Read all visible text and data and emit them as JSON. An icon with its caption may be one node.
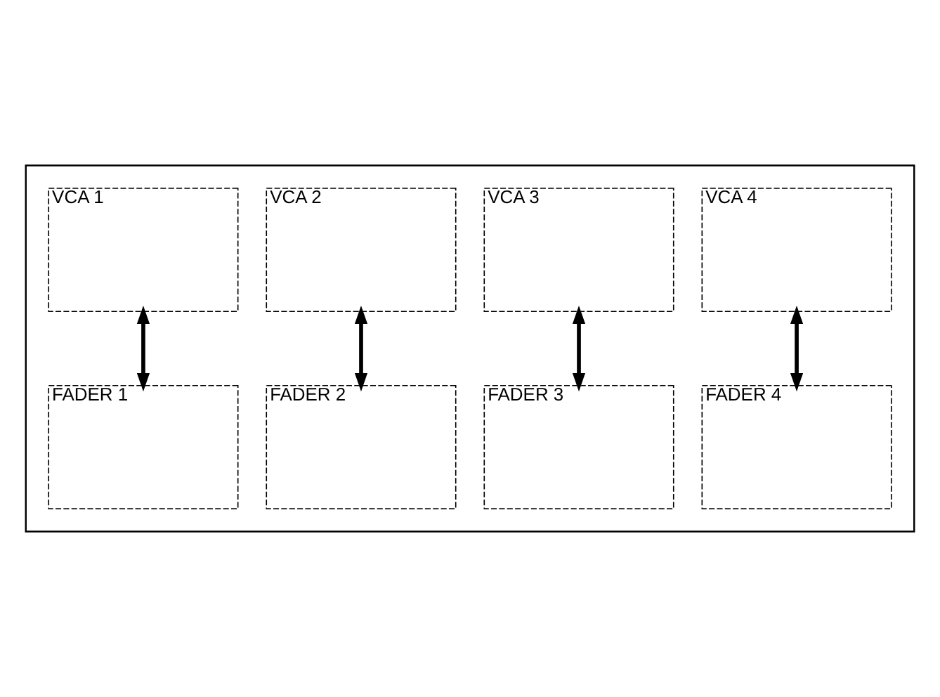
{
  "diagram": {
    "nodes": [
      {
        "text": [],
        "shape": "box"
      },
      {
        "text": [
          "VCA 1"
        ],
        "in": 0
      },
      {
        "text": [
          "VCA 2"
        ],
        "in": 0
      },
      {
        "text": [
          "VCA 3"
        ],
        "in": 0
      },
      {
        "text": [
          "VCA 4"
        ],
        "in": 0
      },
      {
        "text": [
          "FADER 1"
        ],
        "in": 0
      },
      {
        "text": [
          "FADER 2"
        ],
        "in": 0
      },
      {
        "text": [
          "FADER 3"
        ],
        "in": 0
      },
      {
        "text": [
          "FADER 4"
        ],
        "in": 0
      }
    ],
    "edges": [
      {
        "from": 1,
        "to": 5,
        "arrow": "both"
      },
      {
        "from": 2,
        "to": 6,
        "arrow": "both"
      },
      {
        "from": 3,
        "to": 7,
        "arrow": "both"
      },
      {
        "from": 4,
        "to": 8,
        "arrow": "both"
      }
    ]
  }
}
